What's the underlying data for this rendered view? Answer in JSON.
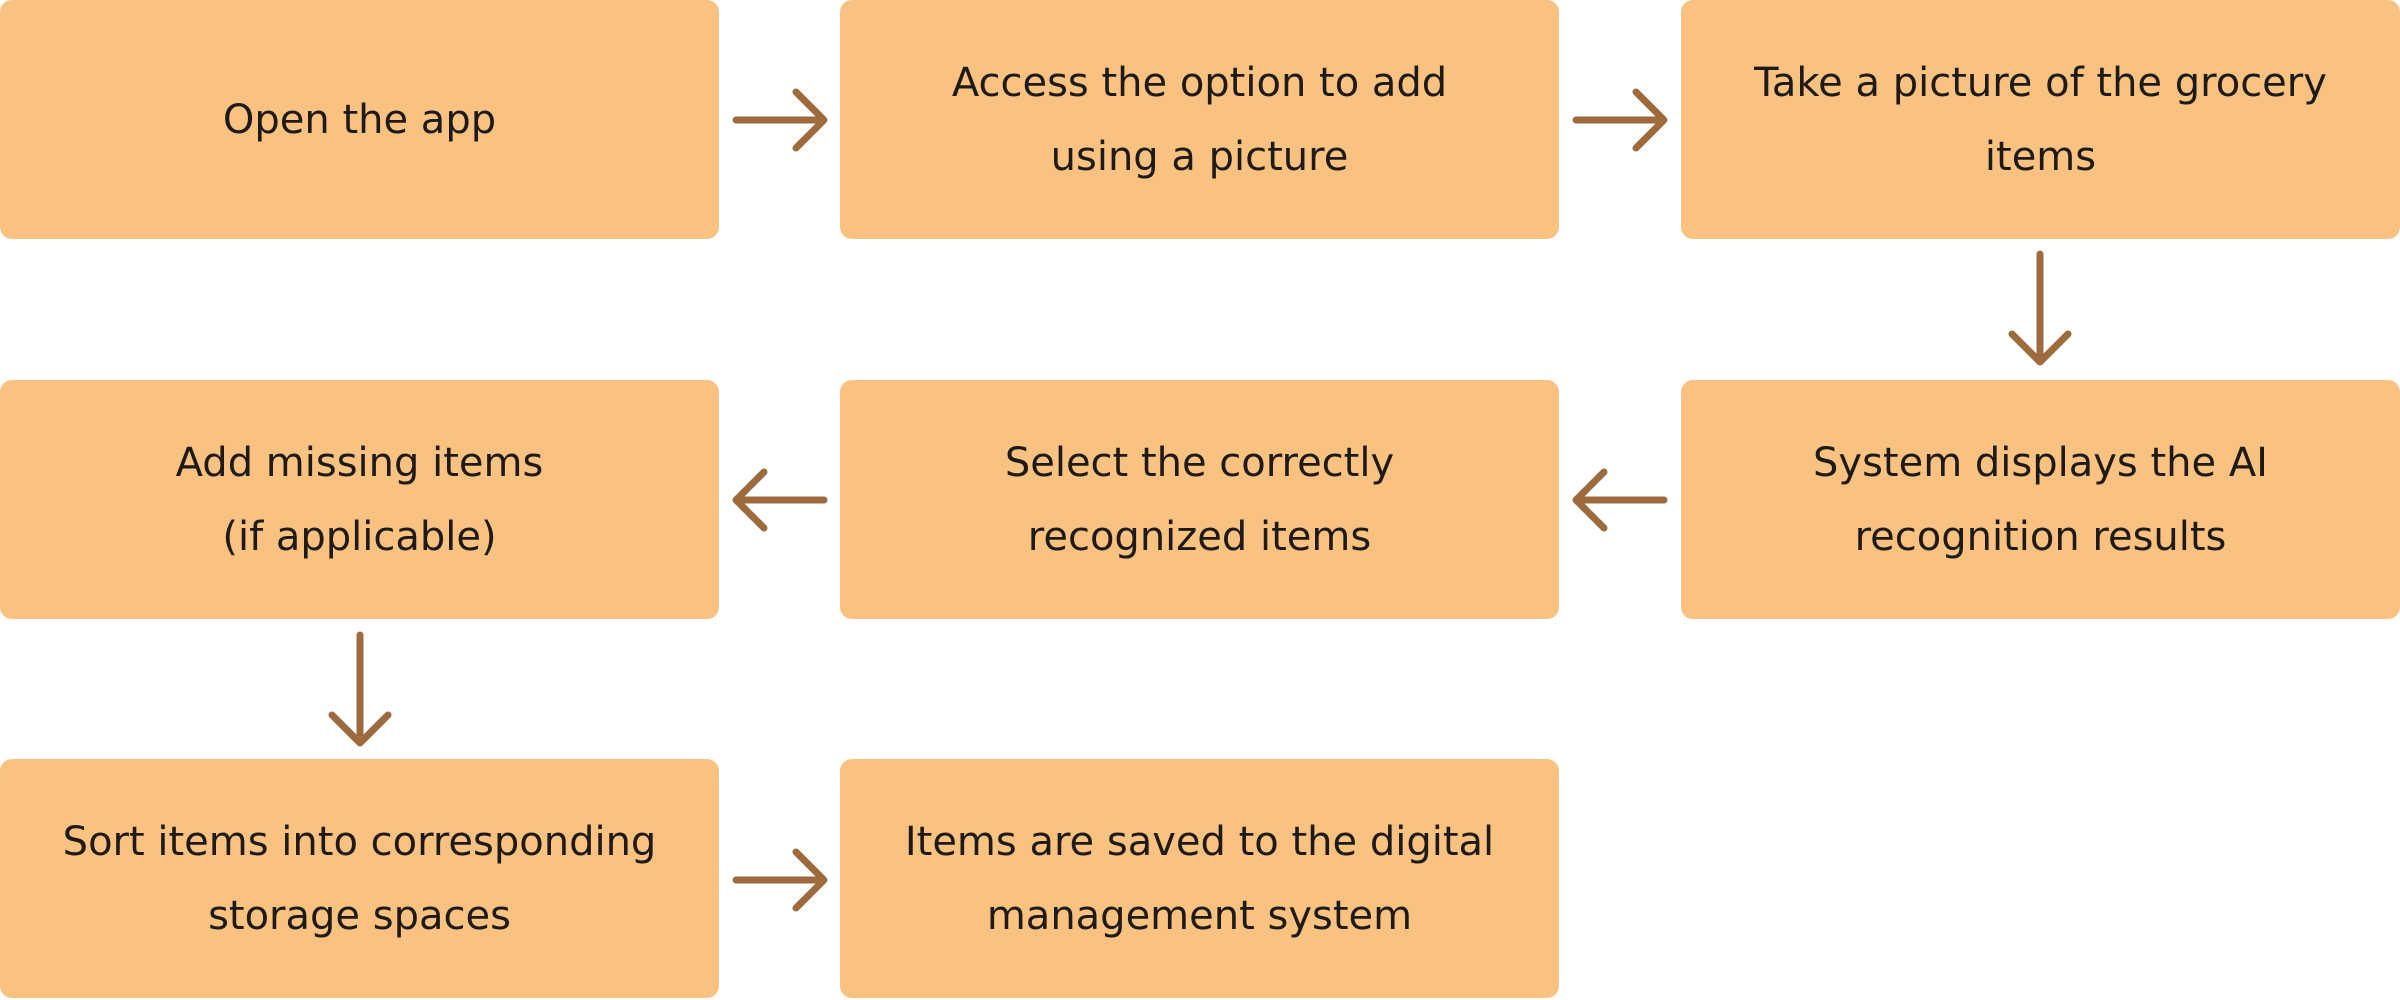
{
  "colors": {
    "box": "#fac281",
    "arrow": "#9e6b3e"
  },
  "steps": [
    {
      "label": "Open the app"
    },
    {
      "label": "Access the option to add\nusing a picture"
    },
    {
      "label": "Take a picture of the grocery\nitems"
    },
    {
      "label": "System displays the AI\nrecognition results"
    },
    {
      "label": "Select the correctly\nrecognized items"
    },
    {
      "label": "Add missing items\n(if applicable)"
    },
    {
      "label": "Sort items into corresponding\nstorage spaces"
    },
    {
      "label": "Items are saved to the digital\nmanagement system"
    }
  ]
}
